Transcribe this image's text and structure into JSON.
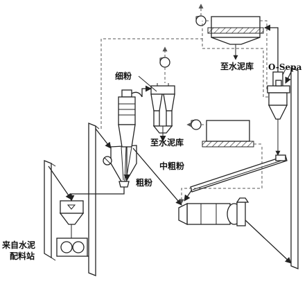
{
  "labels": {
    "to_cement_silo_top": "至水泥库",
    "o_sepa": "O-Sepa",
    "fine_powder": "细粉",
    "to_cement_silo_mid": "至水泥库",
    "medium_coarse_powder": "中粗粉",
    "coarse_powder": "粗粉",
    "from_batching_station_line1": "来自水泥",
    "from_batching_station_line2": "配料站"
  }
}
